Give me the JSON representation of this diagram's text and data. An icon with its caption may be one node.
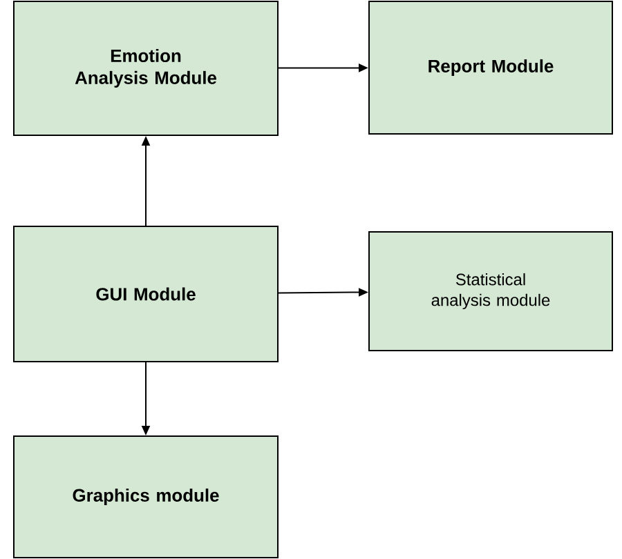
{
  "diagram": {
    "nodes": [
      {
        "text": [
          "Emotion Analysis Module"
        ]
      },
      {
        "text": [
          "Report Module"
        ]
      },
      {
        "text": [
          "GUI Module"
        ]
      },
      {
        "text": [
          "Statistical analysis module"
        ]
      },
      {
        "text": [
          "Graphics module"
        ]
      }
    ],
    "edges": [
      {
        "from": 0,
        "to": 1,
        "arrow": "to"
      },
      {
        "from": 2,
        "to": 0,
        "arrow": "to"
      },
      {
        "from": 2,
        "to": 3,
        "arrow": "to"
      },
      {
        "from": 2,
        "to": 4,
        "arrow": "to"
      }
    ]
  }
}
